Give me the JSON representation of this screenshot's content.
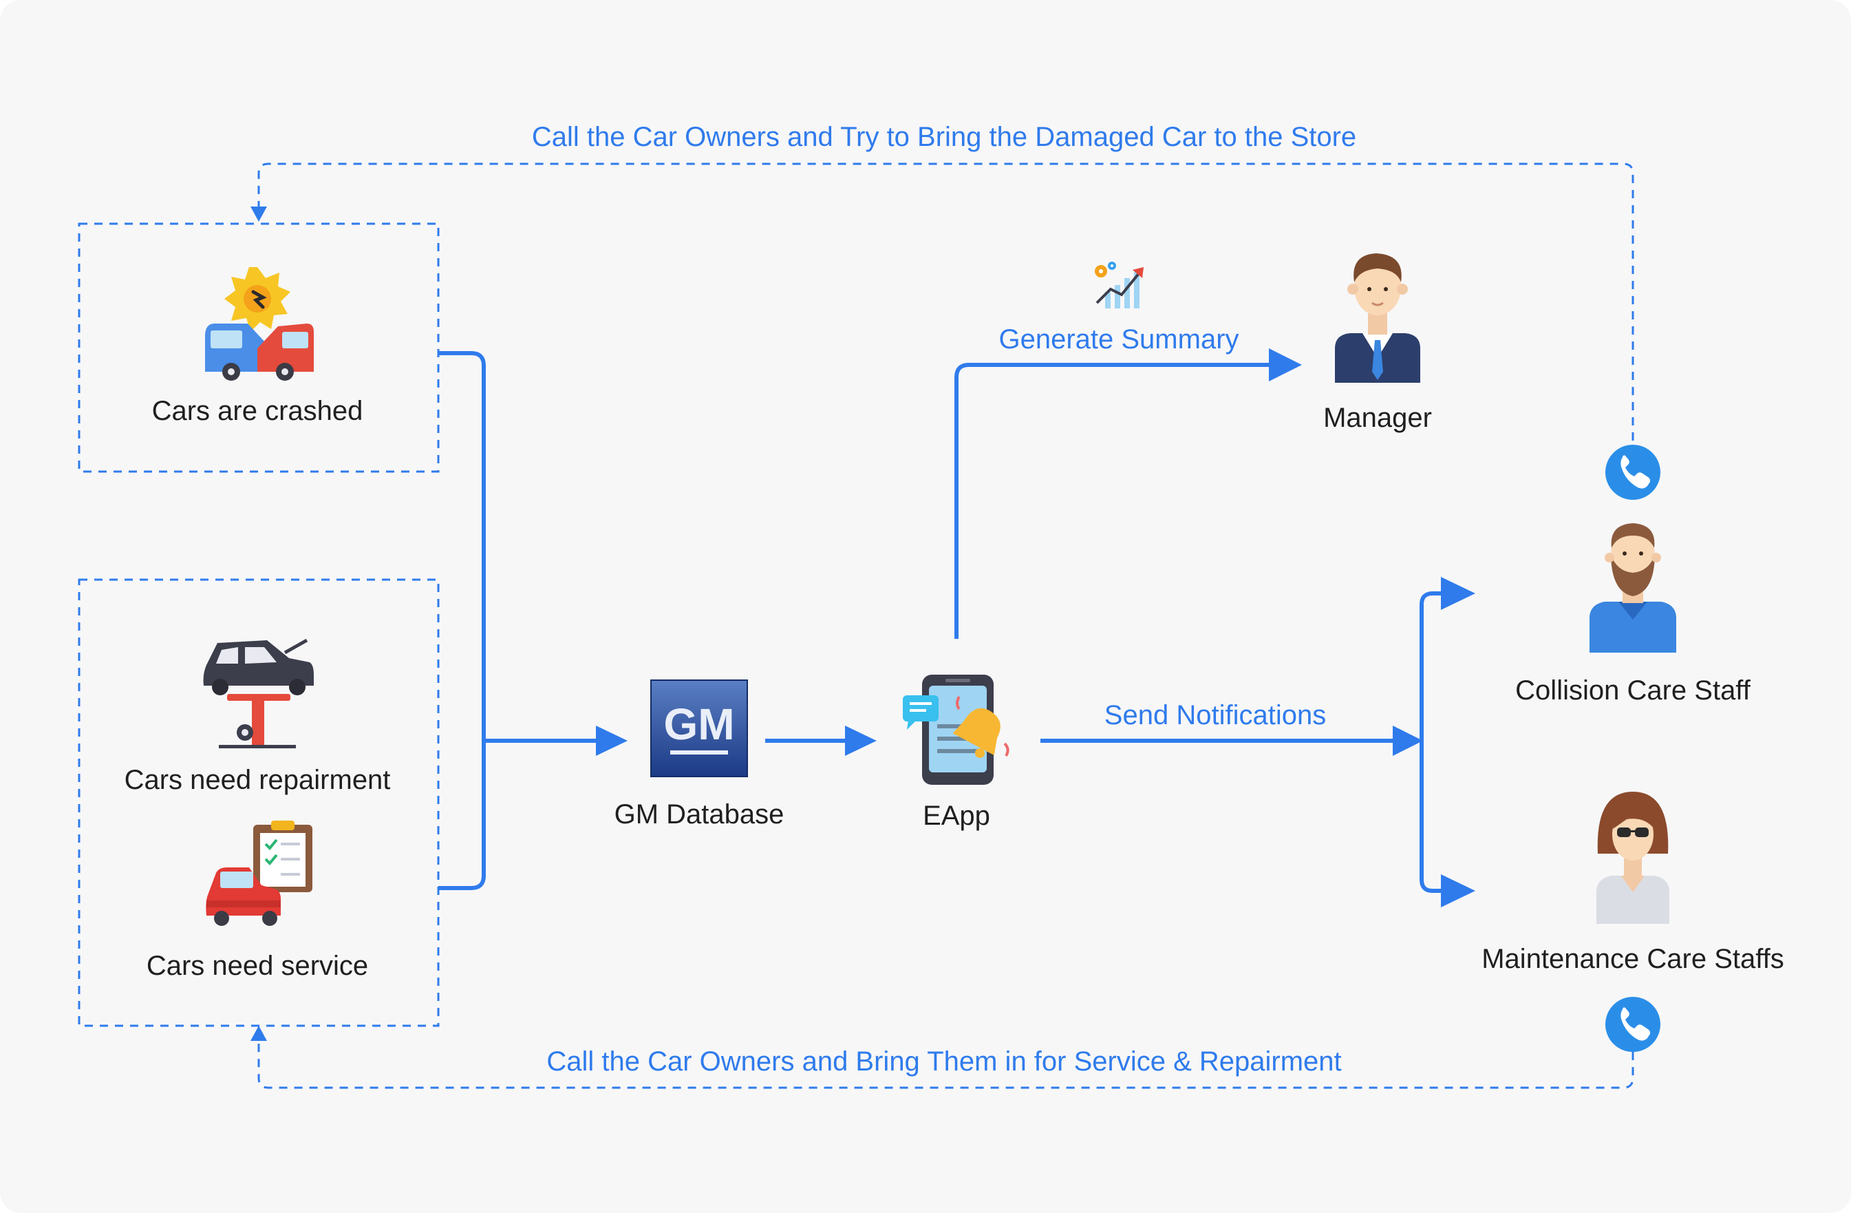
{
  "colors": {
    "background": "#f7f7f8",
    "accent_blue": "#2f7bec",
    "label_blue": "#2f7bec",
    "text_dark": "#1f1f1f"
  },
  "top_feedback": {
    "label": "Call the Car Owners and Try to Bring the Damaged Car to the Store"
  },
  "bottom_feedback": {
    "label": "Call the Car Owners and Bring Them in for Service & Repairment"
  },
  "sources": {
    "crashed": {
      "label": "Cars are crashed",
      "icon": "car-crash-icon"
    },
    "repair": {
      "label": "Cars need repairment",
      "icon": "car-lift-icon"
    },
    "service": {
      "label": "Cars need service",
      "icon": "car-checklist-icon"
    }
  },
  "database": {
    "label": "GM Database",
    "logo_text": "GM",
    "icon": "gm-logo"
  },
  "eapp": {
    "label": "EApp",
    "icon": "phone-notification-icon"
  },
  "summary": {
    "label": "Generate Summary",
    "icon": "growth-chart-icon"
  },
  "notifications": {
    "label": "Send Notifications"
  },
  "manager": {
    "label": "Manager",
    "icon": "manager-avatar"
  },
  "collision": {
    "label": "Collision Care Staff",
    "icon": "bearded-man-avatar"
  },
  "maintenance": {
    "label": "Maintenance Care Staffs",
    "icon": "woman-glasses-avatar"
  },
  "phone_icons": [
    "phone-call-icon",
    "phone-call-icon"
  ]
}
